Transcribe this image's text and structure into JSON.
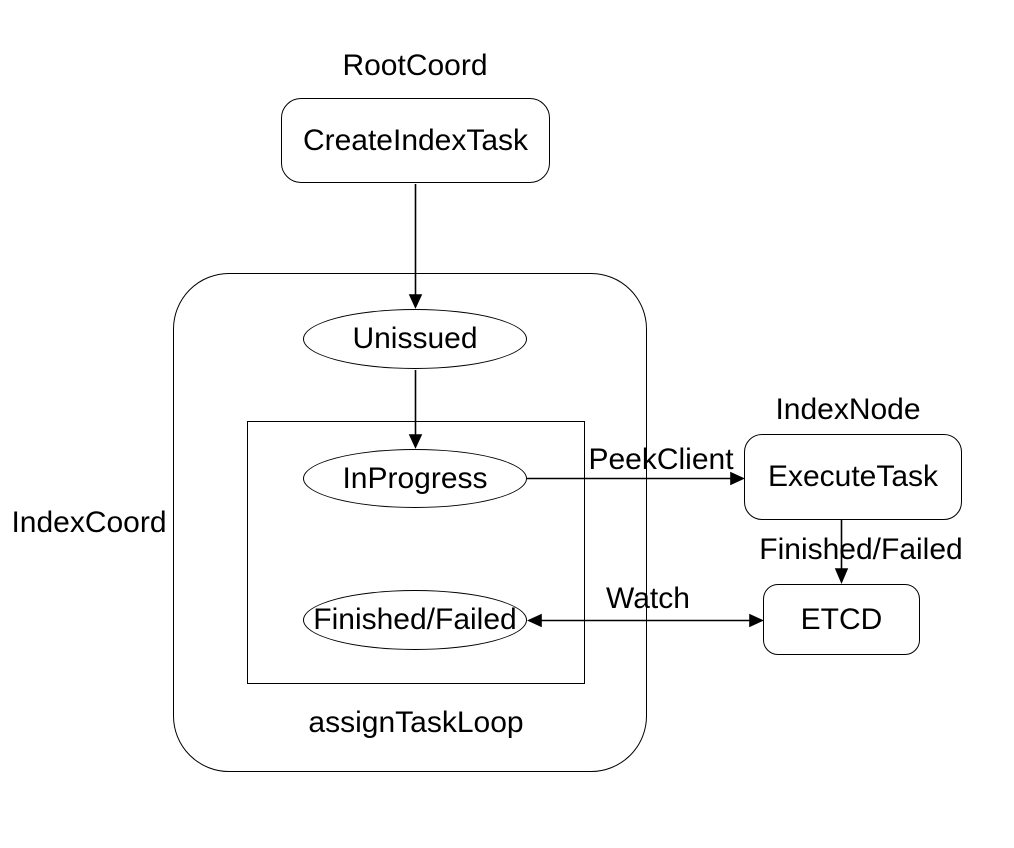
{
  "colors": {
    "background": "#ffffff",
    "stroke": "#000000",
    "text": "#000000"
  },
  "groups": {
    "root_coord": {
      "label": "RootCoord"
    },
    "index_coord": {
      "label": "IndexCoord"
    },
    "index_node": {
      "label": "IndexNode"
    },
    "assign_task_loop": {
      "label": "assignTaskLoop"
    }
  },
  "nodes": {
    "create_index_task": {
      "label": "CreateIndexTask",
      "shape": "rounded-rect"
    },
    "unissued": {
      "label": "Unissued",
      "shape": "ellipse"
    },
    "in_progress": {
      "label": "InProgress",
      "shape": "ellipse"
    },
    "finished_failed": {
      "label": "Finished/Failed",
      "shape": "ellipse"
    },
    "execute_task": {
      "label": "ExecuteTask",
      "shape": "rounded-rect"
    },
    "etcd": {
      "label": "ETCD",
      "shape": "rounded-rect"
    }
  },
  "edge_labels": {
    "peek_client": "PeekClient",
    "finished_failed": "Finished/Failed",
    "watch": "Watch"
  },
  "edges": [
    {
      "from": "create_index_task",
      "to": "unissued",
      "label": "",
      "direction": "down"
    },
    {
      "from": "unissued",
      "to": "in_progress",
      "label": "",
      "direction": "down"
    },
    {
      "from": "in_progress",
      "to": "execute_task",
      "label": "PeekClient",
      "direction": "right"
    },
    {
      "from": "execute_task",
      "to": "etcd",
      "label": "Finished/Failed",
      "direction": "down"
    },
    {
      "from": "etcd",
      "to": "finished_failed",
      "label": "Watch",
      "direction": "both"
    }
  ]
}
